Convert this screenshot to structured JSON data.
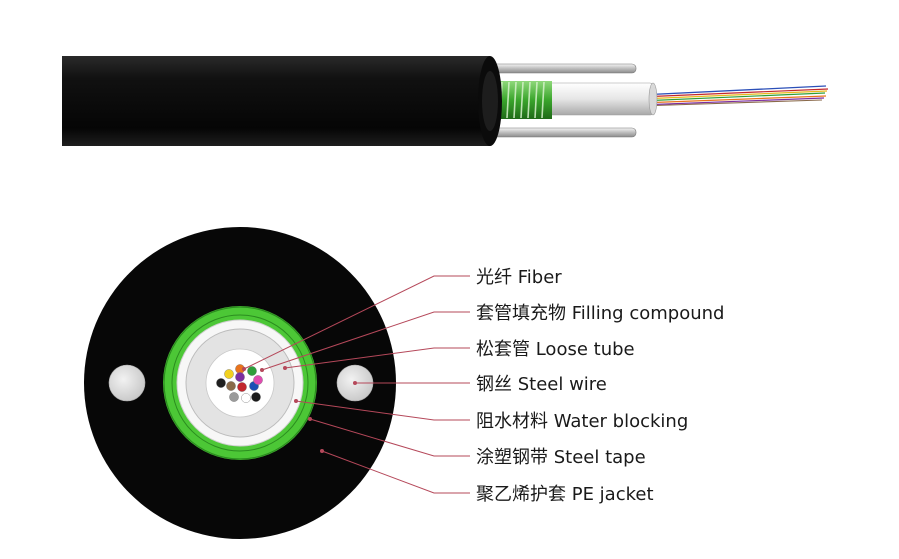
{
  "diagram": {
    "labels": [
      {
        "id": "fiber",
        "text": "光纤 Fiber"
      },
      {
        "id": "filling-compound",
        "text": "套管填充物 Filling compound"
      },
      {
        "id": "loose-tube",
        "text": "松套管 Loose tube"
      },
      {
        "id": "steel-wire",
        "text": "钢丝 Steel wire"
      },
      {
        "id": "water-blocking",
        "text": "阻水材料 Water blocking"
      },
      {
        "id": "steel-tape",
        "text": "涂塑钢带 Steel tape"
      },
      {
        "id": "pe-jacket",
        "text": "聚乙烯护套 PE jacket"
      }
    ]
  },
  "colors": {
    "jacket": "#0d0d0d",
    "steel_tape_green": "#4cc736",
    "steel_wire": "#d8d8d8",
    "loose_tube": "#e9e9e9",
    "leader_line": "#b5485a",
    "fiber_colors": [
      "#e9731c",
      "#2f9e3a",
      "#f2d11f",
      "#1f1f1f",
      "#8a6a4a",
      "#c2272d",
      "#1c4fb5",
      "#e04ab0",
      "#9a9a9a",
      "#ffffff",
      "#1a1a1a",
      "#7d2fa0"
    ]
  }
}
